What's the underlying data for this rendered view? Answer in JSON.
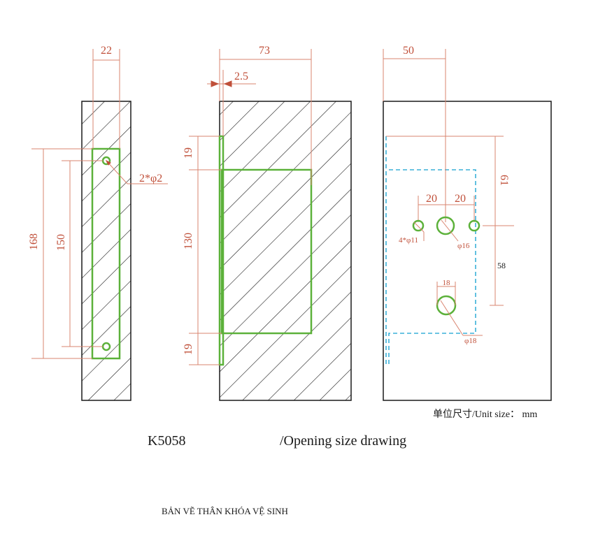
{
  "views": {
    "left": {
      "width_dim": "22",
      "overall_dim": "168",
      "hole_spacing_dim": "150",
      "hole_label": "2*φ2"
    },
    "middle": {
      "width_dim": "73",
      "offset_dim": "2.5",
      "top_dim": "19",
      "middle_dim": "130",
      "bottom_dim": "19"
    },
    "right": {
      "width_dim": "50",
      "vertical_dim": "61",
      "spacing_left": "20",
      "spacing_right": "20",
      "small_hole_label": "4*φ11",
      "center_hole_label": "φ16",
      "lower_dim": "18",
      "lower_hole_label": "φ18",
      "side_dim": "58"
    }
  },
  "unit_note": "单位尺寸/Unit size： mm",
  "model": "K5058",
  "subtitle": "/Opening size drawing",
  "footer": "BẢN VẼ THÂN KHÓA VỆ SINH"
}
